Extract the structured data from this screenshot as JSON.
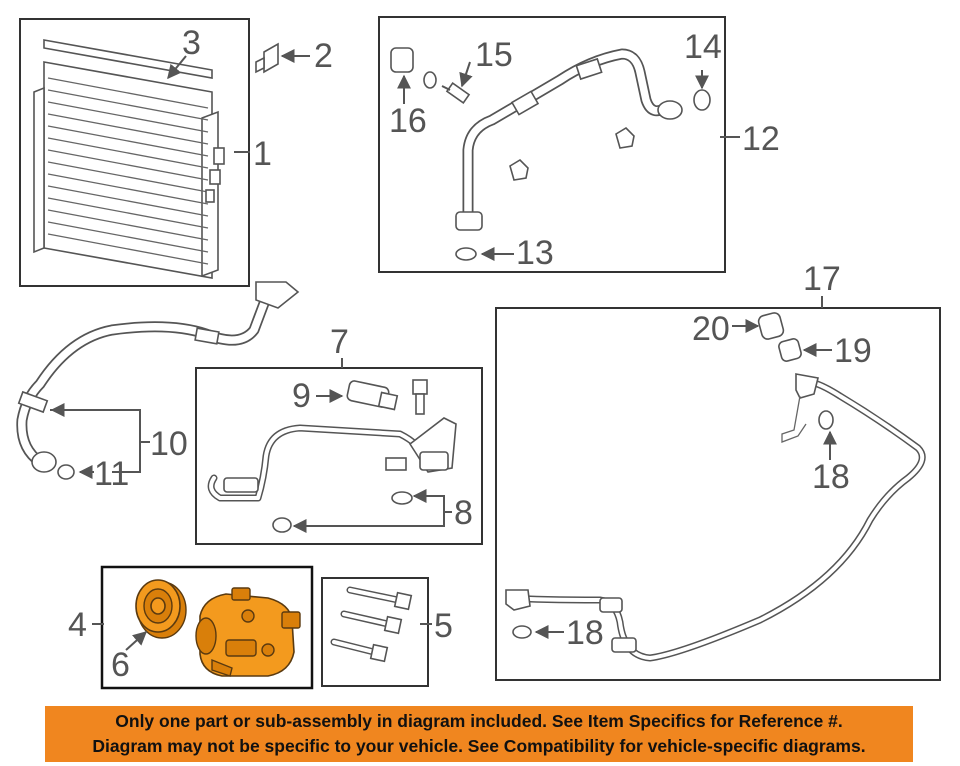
{
  "callouts": {
    "c1": "1",
    "c2": "2",
    "c3": "3",
    "c4": "4",
    "c5": "5",
    "c6": "6",
    "c7": "7",
    "c8": "8",
    "c9": "9",
    "c10": "10",
    "c11": "11",
    "c12": "12",
    "c13": "13",
    "c14": "14",
    "c15": "15",
    "c16": "16",
    "c17": "17",
    "c18a": "18",
    "c18b": "18",
    "c19": "19",
    "c20": "20"
  },
  "notice": {
    "line1": "Only one part or sub-assembly in diagram included. See Item Specifics for Reference #.",
    "line2": "Diagram may not be specific to your vehicle. See Compatibility for vehicle-specific diagrams."
  },
  "colors": {
    "notice_background": "#f0861f",
    "highlight_part": "#f39a1e",
    "line_art": "#555555"
  }
}
